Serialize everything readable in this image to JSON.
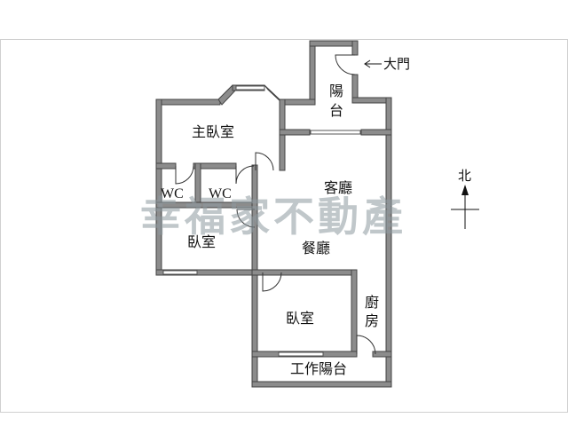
{
  "rooms": {
    "master_bedroom": "主臥室",
    "wc1": "WC",
    "wc2": "WC",
    "bedroom1": "臥室",
    "bedroom2": "臥室",
    "living_room": "客廳",
    "dining_room": "餐廳",
    "kitchen": "廚房",
    "balcony": "陽台",
    "utility_balcony": "工作陽台"
  },
  "labels": {
    "main_door": "大門",
    "north": "北"
  },
  "watermark": "幸福家不動產"
}
